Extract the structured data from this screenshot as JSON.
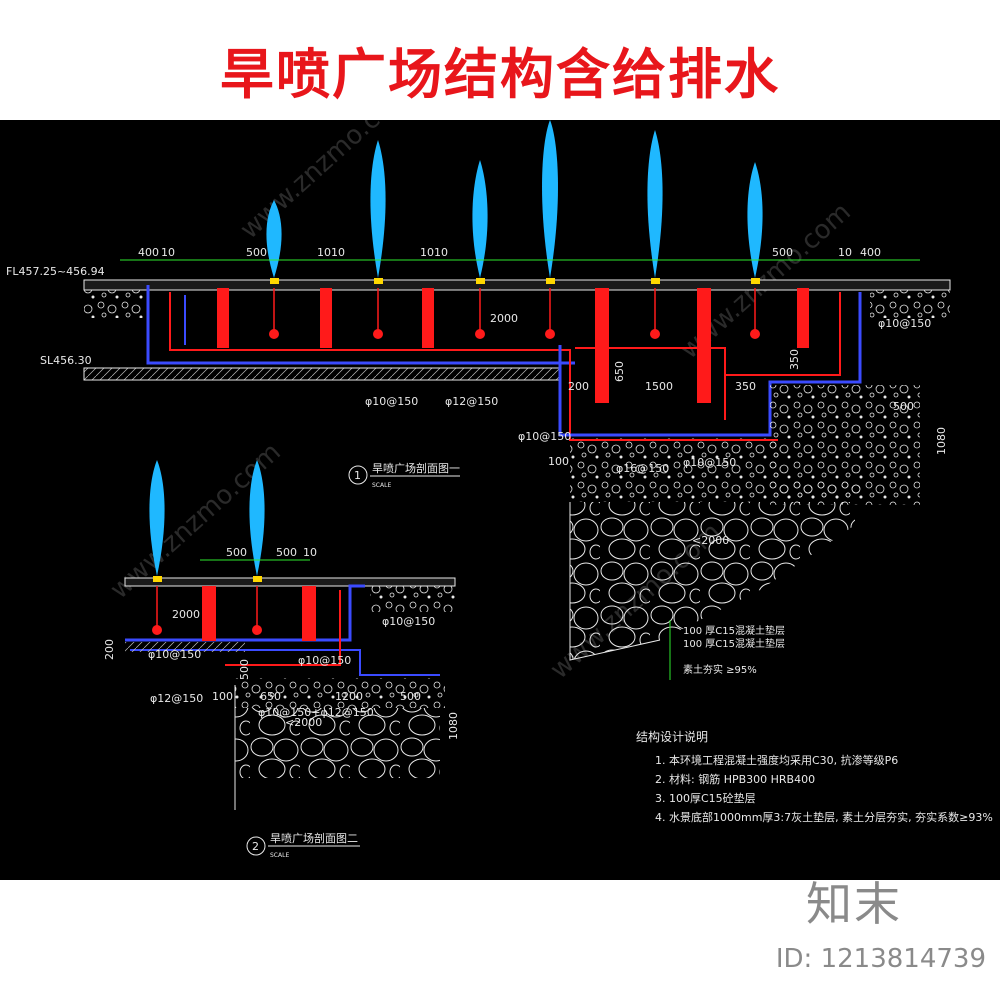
{
  "title": "旱喷广场结构含给排水",
  "colors": {
    "title": "#e8161b",
    "canvas": "#000000",
    "water": "#1fb8ff",
    "pipe": "#ff1a1a",
    "slab": "#3b4bff",
    "dim": "#2ee82e",
    "ground": "#e8e8e8"
  },
  "section1": {
    "dims": [
      "400",
      "10",
      "500",
      "1010",
      "1010",
      "500",
      "10",
      "400"
    ],
    "elev_top": "FL457.25~456.94",
    "elev_bottom": "SL456.30",
    "label_2000": "2000",
    "label_1500": "1500",
    "label_200": "200",
    "label_350": "350",
    "label_350b": "350",
    "label_650": "650",
    "label_500": "500",
    "label_100": "100",
    "label_1080": "1080",
    "label_2000b": "<2000",
    "rebar_1": "φ10@150",
    "rebar_2": "φ12@150",
    "rebar_3": "φ10@150",
    "rebar_4": "φ10@150",
    "rebar_5": "φ16@150",
    "rebar_6": "φ10@150",
    "caption": "旱喷广场剖面图一",
    "caption_num": "1",
    "scale": "SCALE",
    "notes": [
      "100 厚C15混凝土垫层",
      "100 厚C15混凝土垫层",
      "素土夯实 ≥95%"
    ]
  },
  "section2": {
    "dims": [
      "500",
      "500",
      "10"
    ],
    "label_2000": "2000",
    "label_200": "200",
    "label_500": "500",
    "label_100": "100",
    "label_650": "650",
    "label_1200": "1200",
    "label_500b": "500",
    "label_2000b": "<2000",
    "label_1080": "1080",
    "rebar_1": "φ10@150",
    "rebar_2": "φ10@150",
    "rebar_3": "φ10@150",
    "rebar_4": "φ12@150",
    "rebar_5": "φ10@150+φ12@150",
    "caption": "旱喷广场剖面图二",
    "caption_num": "2",
    "scale": "SCALE"
  },
  "notes": {
    "heading": "结构设计说明",
    "items": [
      "1.  本环境工程混凝土强度均采用C30, 抗渗等级P6",
      "2.  材料: 钢筋  HPB300      HRB400",
      "3.  100厚C15砼垫层",
      "4.  水景底部1000mm厚3:7灰土垫层, 素土分层夯实, 夯实系数≥93%"
    ]
  },
  "watermark": "www.znzmo.com",
  "brand_logo": "知末",
  "image_id": "ID: 1213814739"
}
